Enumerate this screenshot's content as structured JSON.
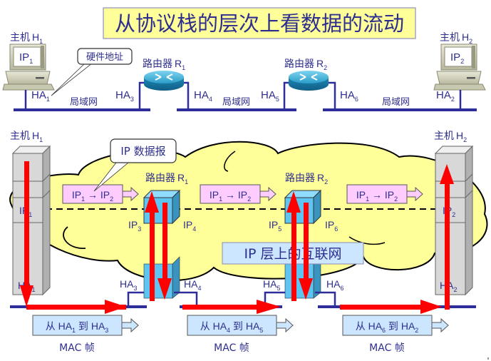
{
  "title": "从协议栈的层次上看数据的流动",
  "colors": {
    "text": "#2e2e8f",
    "title_bg": "#ffff99",
    "cloud": "#ffff99",
    "network_line": "#2e2e9a",
    "flow_arrow": "#ff0000",
    "ip_packet_bg": "#ffccff",
    "mac_frame_bg": "#cce6ff",
    "router_box": "#66ccff",
    "host_stack": "#d8d8d8"
  },
  "top_section": {
    "host1": {
      "label": "主机",
      "name": "H",
      "sub": "1",
      "ip": "IP",
      "ip_sub": "1",
      "icon": "desktop-computer-icon"
    },
    "host2": {
      "label": "主机",
      "name": "H",
      "sub": "2",
      "ip": "IP",
      "ip_sub": "2",
      "icon": "desktop-computer-icon"
    },
    "router1": {
      "label": "路由器",
      "name": "R",
      "sub": "1",
      "icon": "router-icon"
    },
    "router2": {
      "label": "路由器",
      "name": "R",
      "sub": "2",
      "icon": "router-icon"
    },
    "callout": "硬件地址",
    "lan_label": "局域网",
    "hw_addresses": [
      {
        "name": "HA",
        "sub": "1"
      },
      {
        "name": "HA",
        "sub": "3"
      },
      {
        "name": "HA",
        "sub": "4"
      },
      {
        "name": "HA",
        "sub": "5"
      },
      {
        "name": "HA",
        "sub": "6"
      },
      {
        "name": "HA",
        "sub": "2"
      }
    ]
  },
  "bottom_section": {
    "host1": {
      "label": "主机",
      "name": "H",
      "sub": "1",
      "ip": "IP",
      "ip_sub": "1",
      "ha": "HA",
      "ha_sub": "1"
    },
    "host2": {
      "label": "主机",
      "name": "H",
      "sub": "2",
      "ip": "IP",
      "ip_sub": "2",
      "ha": "HA",
      "ha_sub": "2"
    },
    "router1": {
      "label": "路由器",
      "name": "R",
      "sub": "1",
      "ip_left": "IP",
      "ip_left_sub": "3",
      "ip_right": "IP",
      "ip_right_sub": "4",
      "ha_left": "HA",
      "ha_left_sub": "3",
      "ha_right": "HA",
      "ha_right_sub": "4"
    },
    "router2": {
      "label": "路由器",
      "name": "R",
      "sub": "2",
      "ip_left": "IP",
      "ip_left_sub": "5",
      "ip_right": "IP",
      "ip_right_sub": "6",
      "ha_left": "HA",
      "ha_left_sub": "5",
      "ha_right": "HA",
      "ha_right_sub": "6"
    },
    "ip_datagram_callout": "IP 数据报",
    "ip_internet_label": "IP 层上的互联网",
    "ip_packets": [
      {
        "src": "IP",
        "src_sub": "1",
        "arrow": "→",
        "dst": "IP",
        "dst_sub": "2"
      },
      {
        "src": "IP",
        "src_sub": "1",
        "arrow": "→",
        "dst": "IP",
        "dst_sub": "2"
      },
      {
        "src": "IP",
        "src_sub": "1",
        "arrow": "→",
        "dst": "IP",
        "dst_sub": "2"
      }
    ],
    "mac_frames": [
      {
        "from": "从",
        "src": "HA",
        "src_sub": "1",
        "to": "到",
        "dst": "HA",
        "dst_sub": "3",
        "caption": "MAC 帧"
      },
      {
        "from": "从",
        "src": "HA",
        "src_sub": "4",
        "to": "到",
        "dst": "HA",
        "dst_sub": "5",
        "caption": "MAC 帧"
      },
      {
        "from": "从",
        "src": "HA",
        "src_sub": "6",
        "to": "到",
        "dst": "HA",
        "dst_sub": "2",
        "caption": "MAC 帧"
      }
    ]
  }
}
